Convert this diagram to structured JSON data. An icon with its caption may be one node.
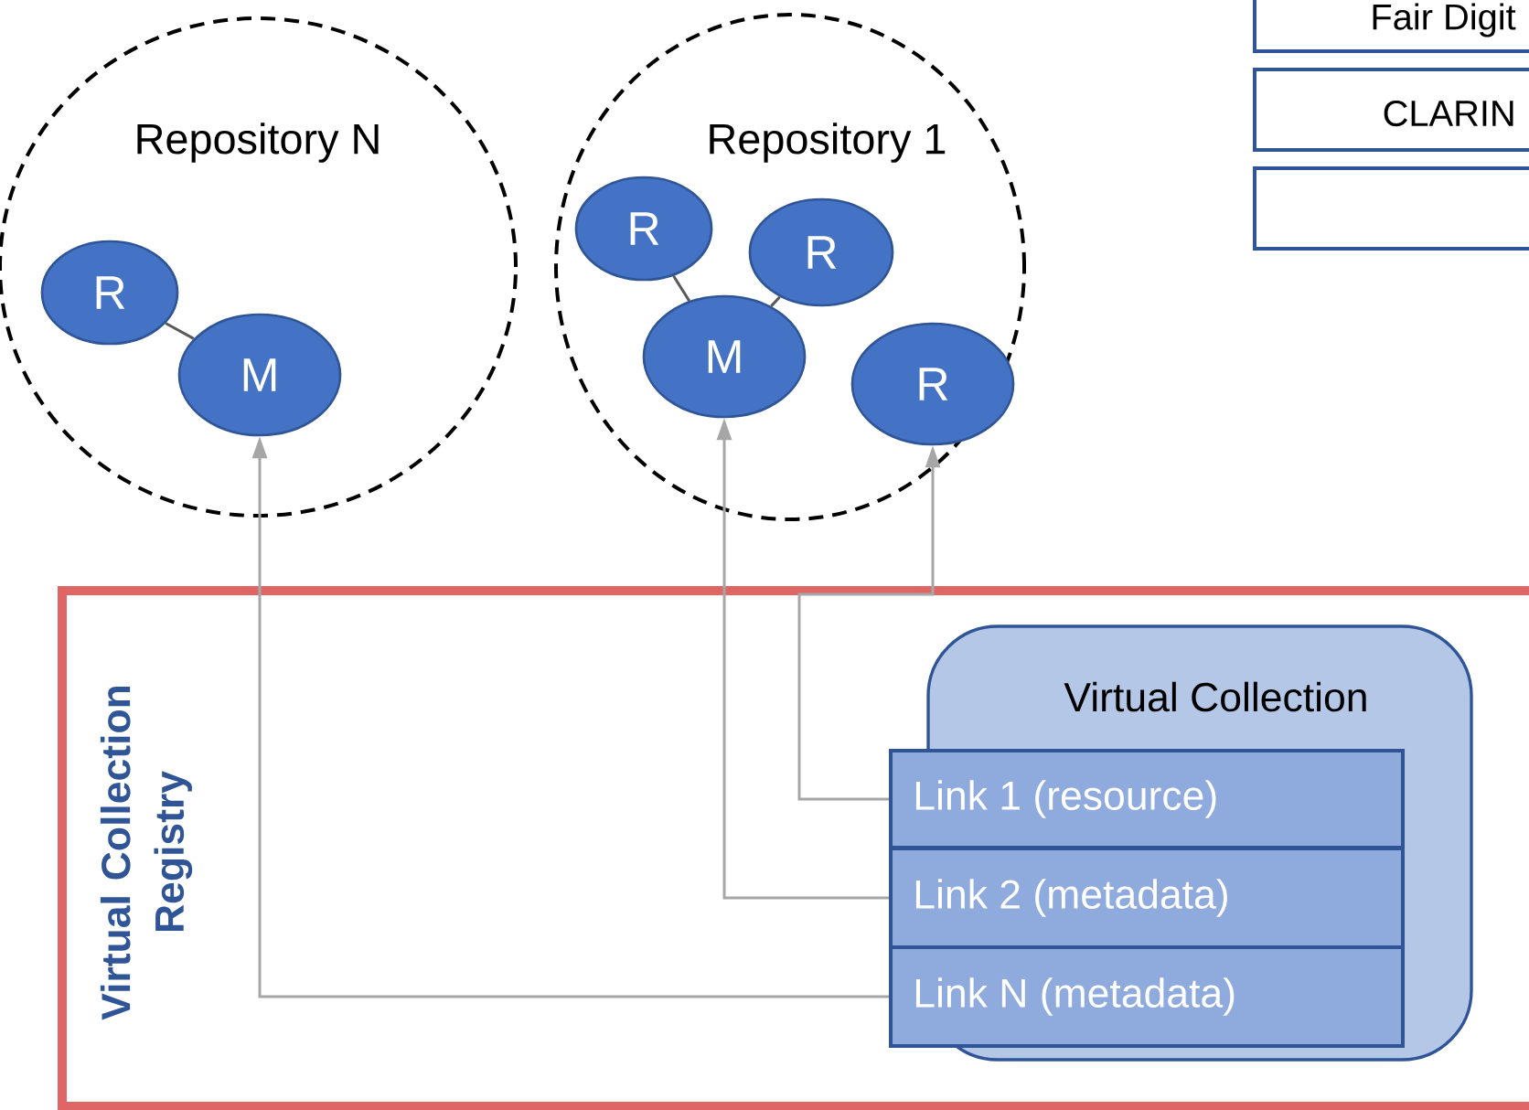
{
  "diagram": {
    "nodes": [
      {
        "text": [
          "Repository N"
        ]
      },
      {
        "text": [
          "R"
        ],
        "in": 0
      },
      {
        "text": [
          "M"
        ],
        "in": 0
      },
      {
        "text": [
          "Repository 1"
        ]
      },
      {
        "text": [
          "R"
        ],
        "in": 3
      },
      {
        "text": [
          "R"
        ],
        "in": 3
      },
      {
        "text": [
          "M"
        ],
        "in": 3
      },
      {
        "text": [
          "R"
        ],
        "in": 3
      },
      {
        "text": [
          "Fair Digit"
        ]
      },
      {
        "text": [
          "CLARIN"
        ]
      },
      {
        "text": [],
        "shape": "box"
      },
      {
        "text": [
          "Virtual Collection Registry"
        ]
      },
      {
        "text": [
          "Virtual Collection"
        ],
        "in": 11
      },
      {
        "text": [
          "Link 1 (resource)"
        ],
        "in": 11
      },
      {
        "text": [
          "Link 2  (metadata)"
        ],
        "in": 11
      },
      {
        "text": [
          "Link N (metadata)"
        ],
        "in": 11
      }
    ],
    "edges": [
      {
        "from": 1,
        "to": 2,
        "arrow": "none",
        "color": "#595959"
      },
      {
        "from": 4,
        "to": 6,
        "arrow": "none",
        "color": "#595959"
      },
      {
        "from": 5,
        "to": 6,
        "arrow": "none",
        "color": "#595959"
      },
      {
        "from": 13,
        "to": 7,
        "arrow": "to"
      },
      {
        "from": 14,
        "to": 6,
        "arrow": "to"
      },
      {
        "from": 15,
        "to": 2,
        "arrow": "to"
      }
    ]
  }
}
